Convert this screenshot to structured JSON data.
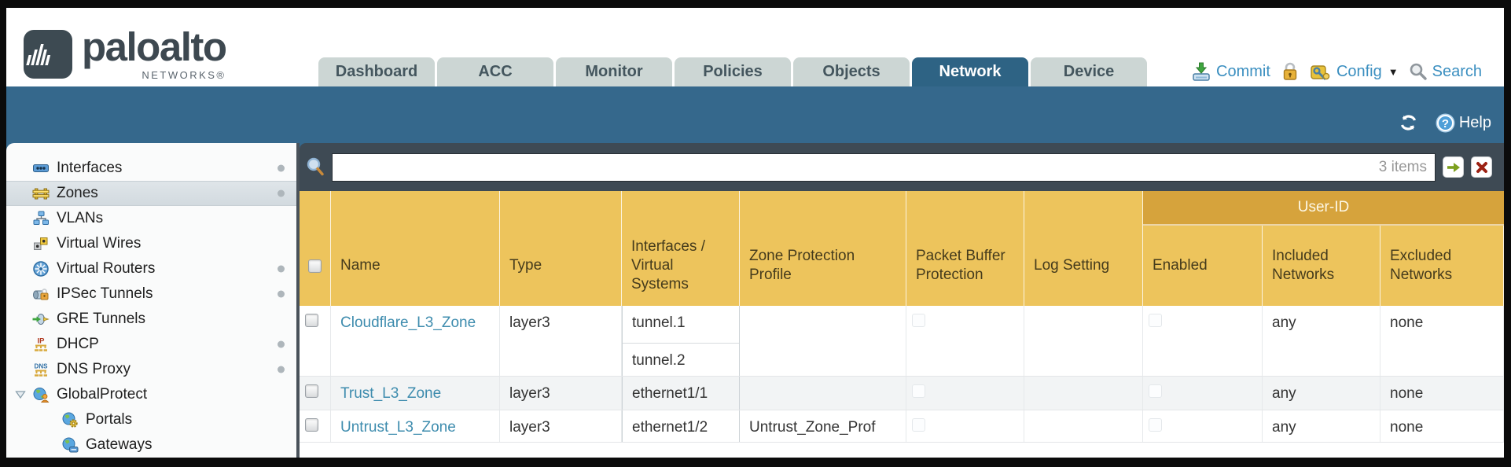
{
  "header": {
    "logo": {
      "brand": "paloalto",
      "sub": "NETWORKS®"
    },
    "tabs": [
      {
        "label": "Dashboard",
        "active": false
      },
      {
        "label": "ACC",
        "active": false
      },
      {
        "label": "Monitor",
        "active": false
      },
      {
        "label": "Policies",
        "active": false
      },
      {
        "label": "Objects",
        "active": false
      },
      {
        "label": "Network",
        "active": true
      },
      {
        "label": "Device",
        "active": false
      }
    ],
    "actions": {
      "commit_label": "Commit",
      "config_label": "Config",
      "search_label": "Search",
      "icons": [
        "commit-icon",
        "lock-icon",
        "config-icon",
        "caret-down-icon",
        "search-icon"
      ]
    }
  },
  "utility_bar": {
    "help_label": "Help",
    "icons": [
      "refresh-icon",
      "help-icon"
    ]
  },
  "sidebar": {
    "items": [
      {
        "label": "Interfaces",
        "icon": "interfaces-icon",
        "has_dot": true,
        "selected": false,
        "indent": 0
      },
      {
        "label": "Zones",
        "icon": "zones-icon",
        "has_dot": true,
        "selected": true,
        "indent": 0
      },
      {
        "label": "VLANs",
        "icon": "vlans-icon",
        "has_dot": false,
        "selected": false,
        "indent": 0
      },
      {
        "label": "Virtual Wires",
        "icon": "virtual-wires-icon",
        "has_dot": false,
        "selected": false,
        "indent": 0
      },
      {
        "label": "Virtual Routers",
        "icon": "virtual-routers-icon",
        "has_dot": true,
        "selected": false,
        "indent": 0
      },
      {
        "label": "IPSec Tunnels",
        "icon": "ipsec-tunnels-icon",
        "has_dot": true,
        "selected": false,
        "indent": 0
      },
      {
        "label": "GRE Tunnels",
        "icon": "gre-tunnels-icon",
        "has_dot": false,
        "selected": false,
        "indent": 0
      },
      {
        "label": "DHCP",
        "icon": "dhcp-icon",
        "has_dot": true,
        "selected": false,
        "indent": 0
      },
      {
        "label": "DNS Proxy",
        "icon": "dns-proxy-icon",
        "has_dot": true,
        "selected": false,
        "indent": 0
      },
      {
        "label": "GlobalProtect",
        "icon": "globalprotect-icon",
        "has_dot": false,
        "selected": false,
        "indent": 0,
        "expanded": true
      },
      {
        "label": "Portals",
        "icon": "portals-icon",
        "has_dot": false,
        "selected": false,
        "indent": 1
      },
      {
        "label": "Gateways",
        "icon": "gateways-icon",
        "has_dot": false,
        "selected": false,
        "indent": 1
      }
    ]
  },
  "toolbar": {
    "filter_value": "",
    "count_label": "3 items",
    "icons": [
      "magnifier-icon",
      "apply-filter-arrow-icon",
      "clear-filter-x-icon"
    ]
  },
  "table": {
    "group_header": "User-ID",
    "columns": [
      "Name",
      "Type",
      "Interfaces / Virtual Systems",
      "Zone Protection Profile",
      "Packet Buffer Protection",
      "Log Setting",
      "Enabled",
      "Included Networks",
      "Excluded Networks"
    ],
    "rows": [
      {
        "name": "Cloudflare_L3_Zone",
        "type": "layer3",
        "interfaces": [
          "tunnel.1",
          "tunnel.2"
        ],
        "zone_protection_profile": "",
        "packet_buffer_protection_checked": false,
        "log_setting": "",
        "user_id_enabled_checked": false,
        "included_networks": "any",
        "excluded_networks": "none"
      },
      {
        "name": "Trust_L3_Zone",
        "type": "layer3",
        "interfaces": [
          "ethernet1/1"
        ],
        "zone_protection_profile": "",
        "packet_buffer_protection_checked": false,
        "log_setting": "",
        "user_id_enabled_checked": false,
        "included_networks": "any",
        "excluded_networks": "none"
      },
      {
        "name": "Untrust_L3_Zone",
        "type": "layer3",
        "interfaces": [
          "ethernet1/2"
        ],
        "zone_protection_profile": "Untrust_Zone_Prof",
        "packet_buffer_protection_checked": false,
        "log_setting": "",
        "user_id_enabled_checked": false,
        "included_networks": "any",
        "excluded_networks": "none"
      }
    ]
  },
  "colors": {
    "teal_band": "#35688C",
    "active_tab": "#2E6384",
    "inactive_tab": "#CCD6D4",
    "toolbar_dark": "#3E4A54",
    "header_orange": "#EDC45C",
    "user_id_band": "#D6A33C",
    "zone_link_blue": "#3E8CAE",
    "top_action_blue": "#3B8FC0",
    "selected_nav_bg": "#D7DEE3"
  }
}
